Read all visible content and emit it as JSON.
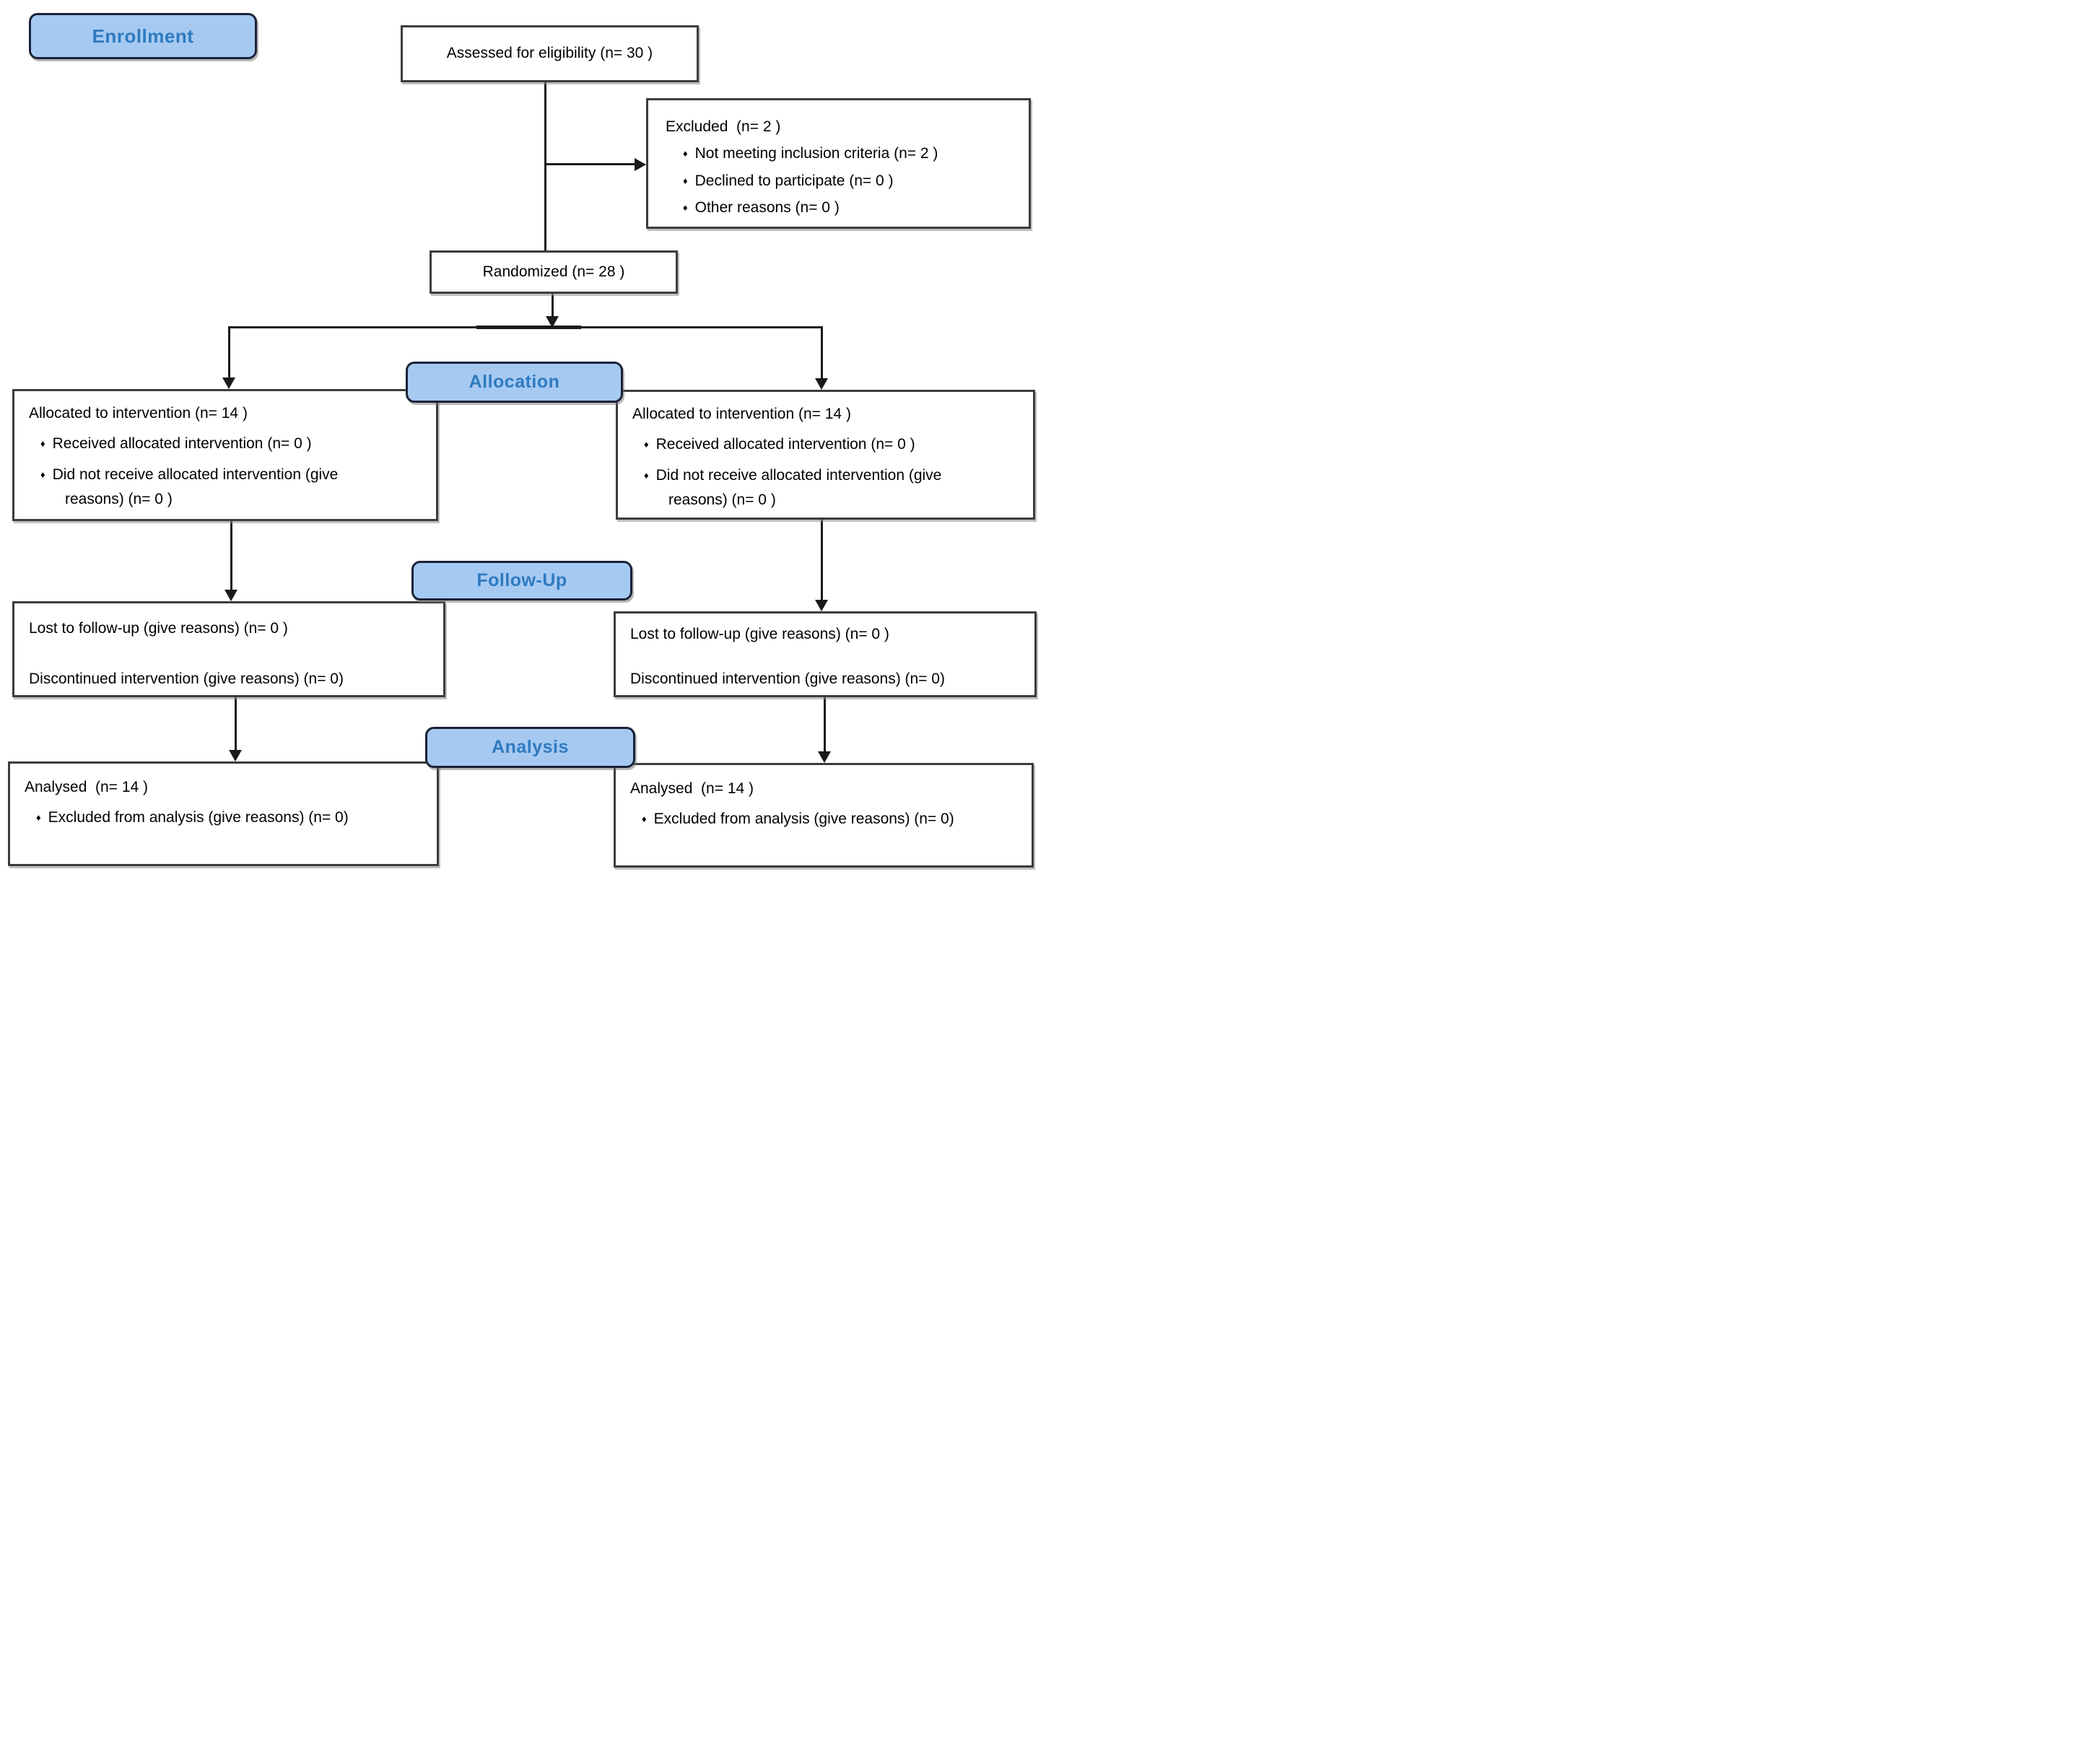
{
  "diagram": {
    "title_semantic": "CONSORT participant flow diagram",
    "bullet_glyph": "♦",
    "stage_labels": {
      "enrollment": "Enrollment",
      "allocation": "Allocation",
      "followup": "Follow-Up",
      "analysis": "Analysis"
    },
    "assessed": {
      "text": "Assessed for eligibility (n= 30 )"
    },
    "excluded": {
      "title": "Excluded  (n= 2 )",
      "bullets": [
        "Not meeting inclusion criteria (n= 2 )",
        "Declined to participate (n= 0 )",
        "Other reasons (n= 0 )"
      ]
    },
    "randomized": {
      "text": "Randomized (n= 28 )"
    },
    "allocation_left": {
      "title": "Allocated to intervention (n= 14 )",
      "bullets": [
        "Received allocated intervention (n= 0 )",
        "Did not receive allocated intervention (give"
      ],
      "continuation": "reasons) (n= 0 )"
    },
    "allocation_right": {
      "title": "Allocated to intervention (n= 14 )",
      "bullets": [
        "Received allocated intervention (n= 0 )",
        "Did not receive allocated intervention (give"
      ],
      "continuation": "reasons) (n= 0 )"
    },
    "followup_left": {
      "line1": "Lost to follow-up (give reasons) (n= 0 )",
      "line2": "Discontinued intervention (give reasons) (n= 0)"
    },
    "followup_right": {
      "line1": "Lost to follow-up (give reasons) (n= 0 )",
      "line2": "Discontinued intervention (give reasons) (n= 0)"
    },
    "analysis_left": {
      "title": "Analysed  (n= 14 )",
      "bullet": "Excluded from analysis (give reasons) (n= 0)"
    },
    "analysis_right": {
      "title": "Analysed  (n= 14 )",
      "bullet": "Excluded from analysis (give reasons) (n= 0)"
    },
    "colors": {
      "stage_fill": "#A6C9F2",
      "stage_border": "#1A2238",
      "stage_text": "#2E7ABF",
      "box_border": "#3C3C3C",
      "box_fill": "#FFFFFF",
      "connector": "#1A1A1A",
      "body_text": "#000000"
    }
  }
}
